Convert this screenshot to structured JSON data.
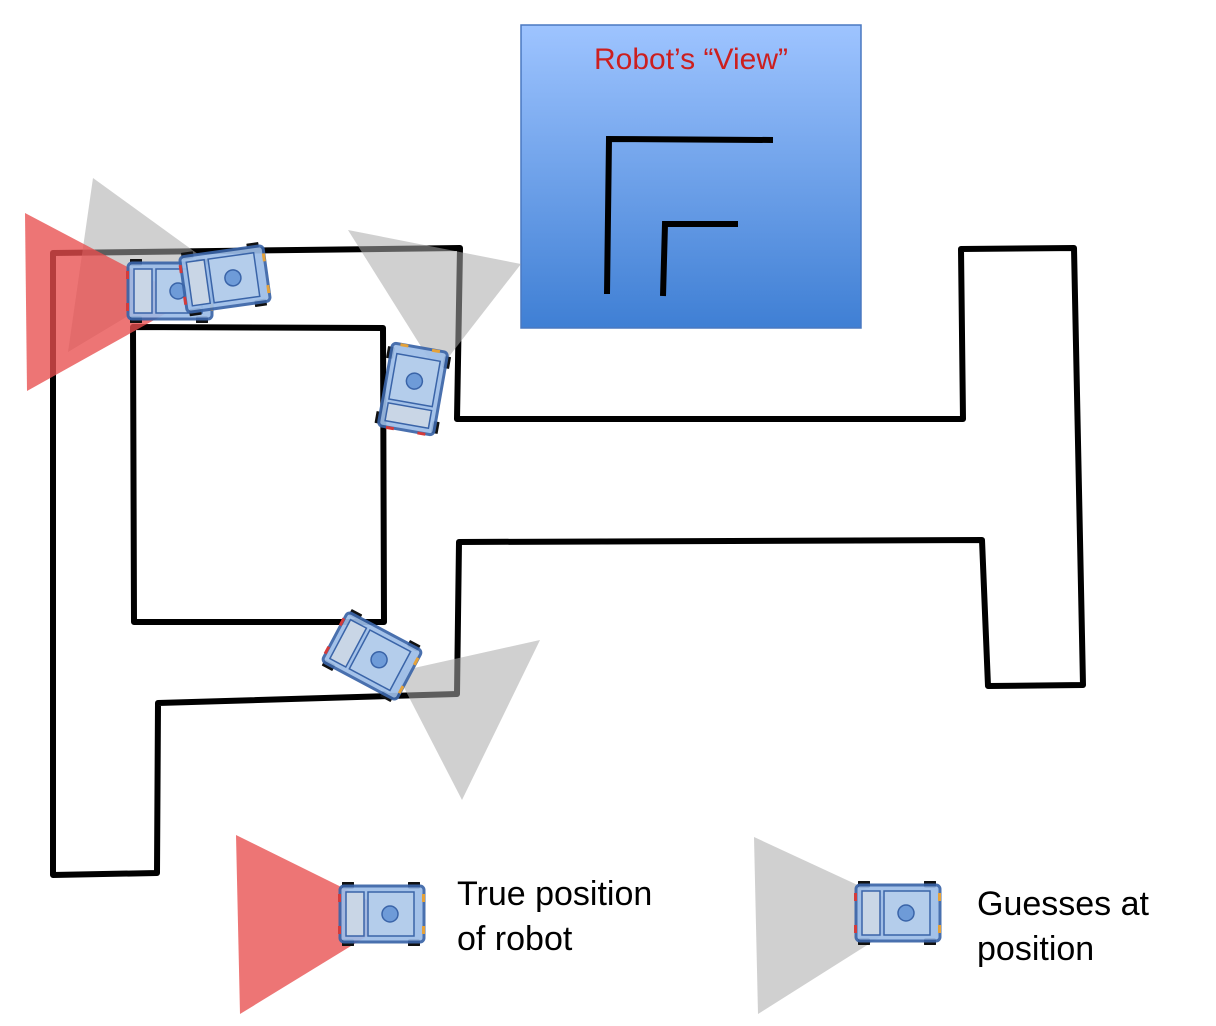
{
  "view_panel": {
    "title": "Robot’s “View”",
    "title_color": "#cc1f1f"
  },
  "legend": {
    "true_line1": "True position",
    "true_line2": "of robot",
    "guess_line1": "Guesses at",
    "guess_line2": "position"
  },
  "colors": {
    "true_cone": "#e84e4e",
    "guess_cone": "#b8b8b8",
    "panel_top": "#9ec4ff",
    "panel_bottom": "#3f7fd4",
    "wall": "#000000",
    "robot_body": "#8fb6e6",
    "robot_outline": "#3a64a8"
  },
  "icons": [
    "robot-icon",
    "sensor-cone-icon"
  ]
}
